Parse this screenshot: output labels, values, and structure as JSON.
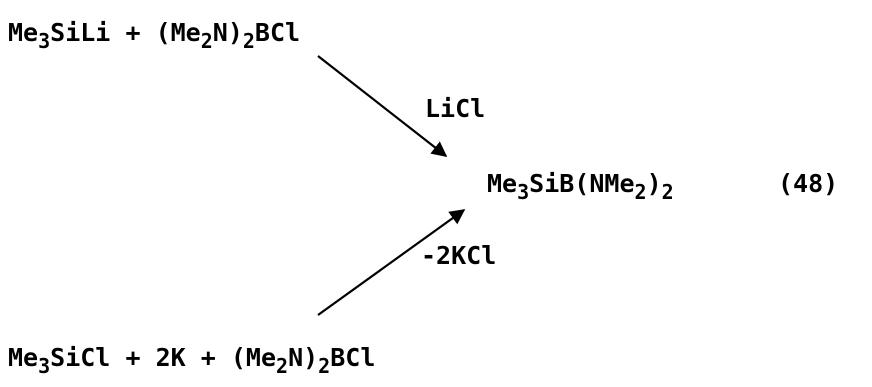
{
  "reaction": {
    "top_reactants": {
      "silyl": {
        "a": "Me",
        "n": "3",
        "b": "SiLi"
      },
      "plus": "+",
      "borane": {
        "a": "(Me",
        "n1": "2",
        "b": "N)",
        "n2": "2",
        "c": "BCl"
      }
    },
    "top_byproduct": "LiCl",
    "product": {
      "a": "Me",
      "n1": "3",
      "b": "SiB(NMe",
      "n2": "2",
      "c": ")",
      "n3": "2"
    },
    "equation_number": "(48)",
    "bottom_byproduct": "-2KCl",
    "bottom_reactants": {
      "silyl": {
        "a": "Me",
        "n": "3",
        "b": "SiCl"
      },
      "plus1": "+",
      "potassium": "2K",
      "plus2": "+",
      "borane": {
        "a": "(Me",
        "n1": "2",
        "b": "N)",
        "n2": "2",
        "c": "BCl"
      }
    }
  }
}
